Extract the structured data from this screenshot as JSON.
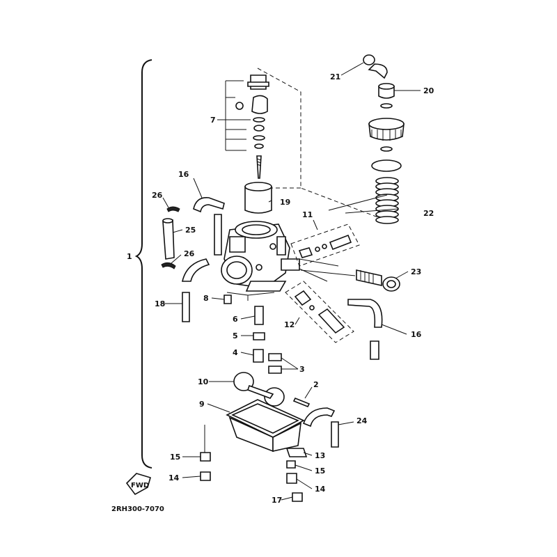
{
  "figure": {
    "code": "2RH300-7070",
    "fwd_label": "FWD",
    "callouts": {
      "c1": "1",
      "c2": "2",
      "c3": "3",
      "c4": "4",
      "c5": "5",
      "c6": "6",
      "c7": "7",
      "c8": "8",
      "c9": "9",
      "c10": "10",
      "c11": "11",
      "c12": "12",
      "c13": "13",
      "c14a": "14",
      "c14b": "14",
      "c15a": "15",
      "c15b": "15",
      "c16a": "16",
      "c16b": "16",
      "c17": "17",
      "c18": "18",
      "c19": "19",
      "c20": "20",
      "c21": "21",
      "c22": "22",
      "c23": "23",
      "c24": "24",
      "c25": "25",
      "c26a": "26",
      "c26b": "26"
    }
  }
}
